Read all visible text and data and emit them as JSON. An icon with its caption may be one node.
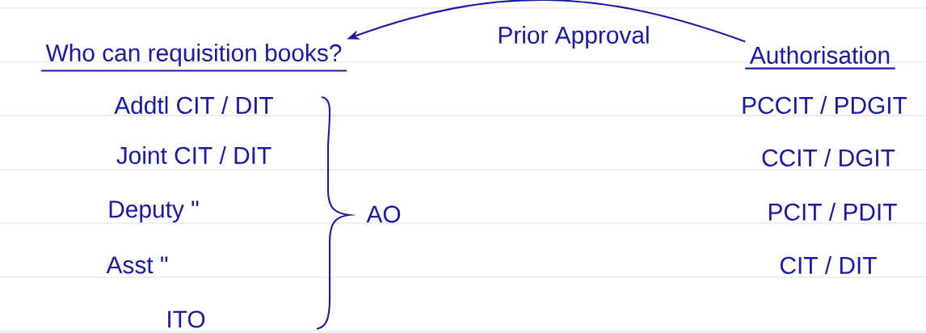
{
  "diagram": {
    "nodes": [
      {
        "text": [
          "Who can requisition books?"
        ]
      },
      {
        "text": [
          "Authorisation"
        ]
      }
    ],
    "edges": [
      {
        "from": 1,
        "to": 0,
        "arrow": "to",
        "label": "Prior Approval"
      }
    ],
    "labels": [
      "Addtl CIT / DIT",
      "PCCIT / PDGIT",
      "Joint CIT / DIT",
      "CCIT / DGIT",
      "Deputy \"",
      "AO",
      "PCIT / PDIT",
      "Asst \"",
      "CIT / DIT",
      "ITO"
    ]
  }
}
